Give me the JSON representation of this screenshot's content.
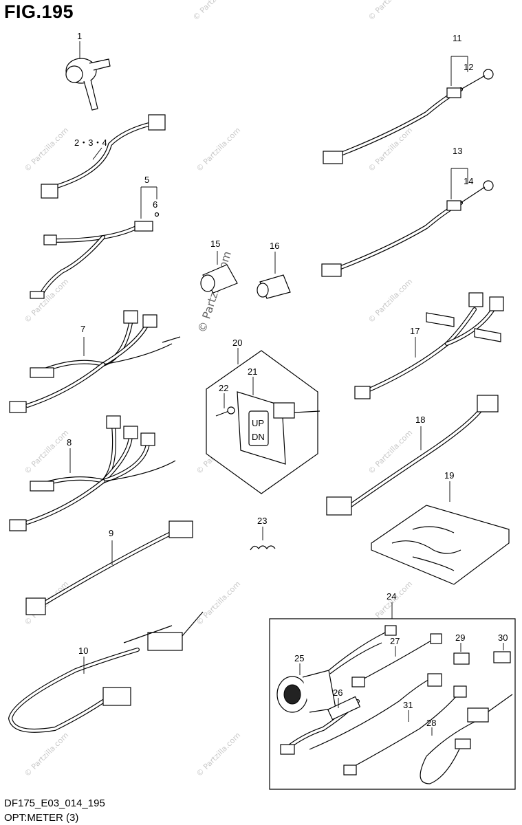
{
  "figure": {
    "title": "FIG.195",
    "code": "DF175_E03_014_195",
    "caption": "OPT:METER (3)"
  },
  "watermark": {
    "small": "© Partzilla.com",
    "large": "© Partzilla.com"
  },
  "callouts": [
    {
      "id": "1",
      "label": "1"
    },
    {
      "id": "2",
      "label": "2・3・4"
    },
    {
      "id": "5",
      "label": "5"
    },
    {
      "id": "6",
      "label": "6"
    },
    {
      "id": "7",
      "label": "7"
    },
    {
      "id": "8",
      "label": "8"
    },
    {
      "id": "9",
      "label": "9"
    },
    {
      "id": "10",
      "label": "10"
    },
    {
      "id": "11",
      "label": "11"
    },
    {
      "id": "12",
      "label": "12"
    },
    {
      "id": "13",
      "label": "13"
    },
    {
      "id": "14",
      "label": "14"
    },
    {
      "id": "15",
      "label": "15"
    },
    {
      "id": "16",
      "label": "16"
    },
    {
      "id": "17",
      "label": "17"
    },
    {
      "id": "18",
      "label": "18"
    },
    {
      "id": "19",
      "label": "19"
    },
    {
      "id": "20",
      "label": "20"
    },
    {
      "id": "21",
      "label": "21"
    },
    {
      "id": "22",
      "label": "22"
    },
    {
      "id": "23",
      "label": "23"
    },
    {
      "id": "24",
      "label": "24"
    },
    {
      "id": "25",
      "label": "25"
    },
    {
      "id": "26",
      "label": "26"
    },
    {
      "id": "27",
      "label": "27"
    },
    {
      "id": "28",
      "label": "28"
    },
    {
      "id": "29",
      "label": "29"
    },
    {
      "id": "30",
      "label": "30"
    },
    {
      "id": "31",
      "label": "31"
    }
  ],
  "switch_labels": {
    "up": "UP",
    "down": "DN"
  }
}
